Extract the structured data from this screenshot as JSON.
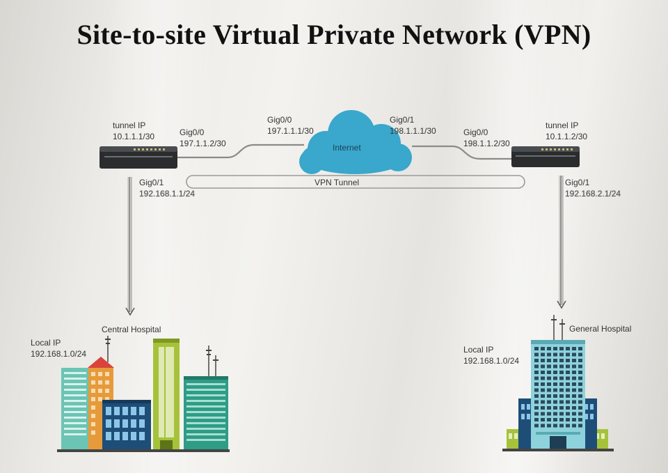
{
  "title": "Site-to-site Virtual Private Network (VPN)",
  "left_router": {
    "tunnel_label": "tunnel IP",
    "tunnel_ip": "10.1.1.1/30",
    "wan_if": "Gig0/0",
    "wan_ip": "197.1.1.2/30",
    "lan_if": "Gig0/1",
    "lan_ip": "192.168.1.1/24"
  },
  "right_router": {
    "tunnel_label": "tunnel IP",
    "tunnel_ip": "10.1.1.2/30",
    "wan_if": "Gig0/0",
    "wan_ip": "198.1.1.2/30",
    "lan_if": "Gig0/1",
    "lan_ip": "192.168.2.1/24"
  },
  "internet": {
    "label": "Internet",
    "left_if": "Gig0/0",
    "left_ip": "197.1.1.1/30",
    "right_if": "Gig0/1",
    "right_ip": "198.1.1.1/30"
  },
  "tunnel": {
    "label": "VPN Tunnel"
  },
  "left_site": {
    "name": "Central Hospital",
    "local_label": "Local IP",
    "local_ip": "192.168.1.0/24"
  },
  "right_site": {
    "name": "General Hospital",
    "local_label": "Local IP",
    "local_ip": "192.168.1.0/24"
  },
  "colors": {
    "cloud": "#3aa7cc",
    "router": "#2a2c2e",
    "building_teal": "#6bc4b4",
    "building_orange": "#e79a3a",
    "building_green": "#a6c23a",
    "building_navy": "#1e4e78",
    "roof_red": "#d9433a"
  },
  "icons": [
    "router-icon",
    "cloud-icon",
    "arrow-down-icon",
    "building-icon",
    "antenna-icon"
  ]
}
